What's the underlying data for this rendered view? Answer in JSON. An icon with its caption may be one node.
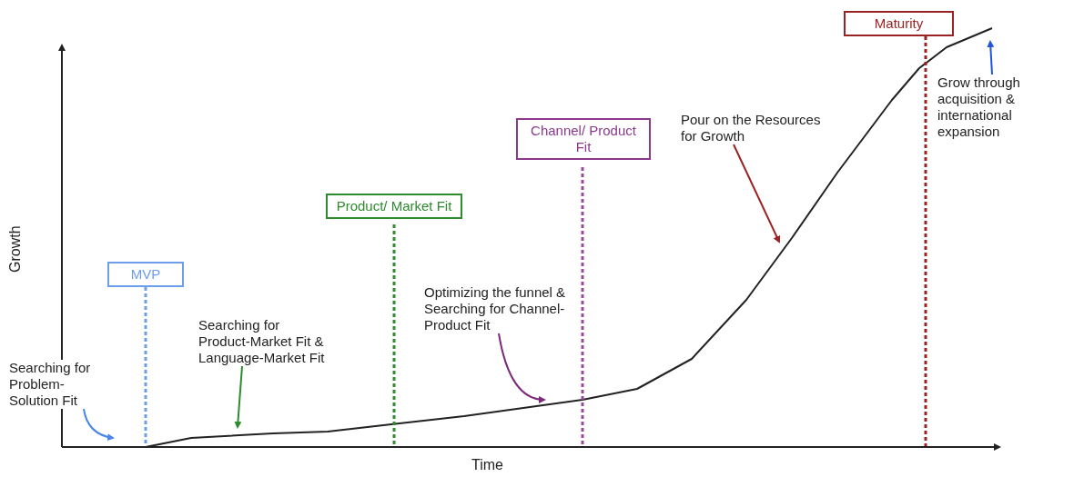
{
  "diagram": {
    "nodes": [
      {
        "text": [
          "Searching for Problem-Solution Fit"
        ]
      },
      {
        "text": [
          "MVP"
        ]
      },
      {
        "text": [
          "Searching for Product-Market Fit & Language-Market Fit"
        ]
      },
      {
        "text": [
          "Product/ Market Fit"
        ]
      },
      {
        "text": [
          "Optimizing the funnel & Searching for Channel-Product Fit"
        ]
      },
      {
        "text": [
          "Channel/ Product Fit"
        ]
      },
      {
        "text": [
          "Pour on the Resources for Growth"
        ]
      },
      {
        "text": [
          "Maturity"
        ]
      },
      {
        "text": [
          "Grow through acquisition & international expansion"
        ]
      }
    ],
    "edges": [
      {
        "from": 0,
        "to": null,
        "arrow": "to",
        "color": "#4a86e8"
      },
      {
        "from": 1,
        "to": null,
        "arrow": "none",
        "style": "dashed",
        "color": "#6d9eeb"
      },
      {
        "from": 2,
        "to": null,
        "arrow": "to",
        "color": "#2e8b2e"
      },
      {
        "from": 3,
        "to": null,
        "arrow": "none",
        "style": "dashed",
        "color": "#2e8b2e"
      },
      {
        "from": 4,
        "to": null,
        "arrow": "to",
        "color": "#7b2a7b"
      },
      {
        "from": 5,
        "to": null,
        "arrow": "none",
        "style": "dashed",
        "color": "#9b4a9b"
      },
      {
        "from": 6,
        "to": null,
        "arrow": "to",
        "color": "#9b2222"
      },
      {
        "from": 7,
        "to": null,
        "arrow": "none",
        "style": "dashed",
        "color": "#9b2222"
      },
      {
        "from": 8,
        "to": null,
        "arrow": "to",
        "color": "#2255dd"
      }
    ],
    "labels": [
      "Growth",
      "Time"
    ]
  }
}
